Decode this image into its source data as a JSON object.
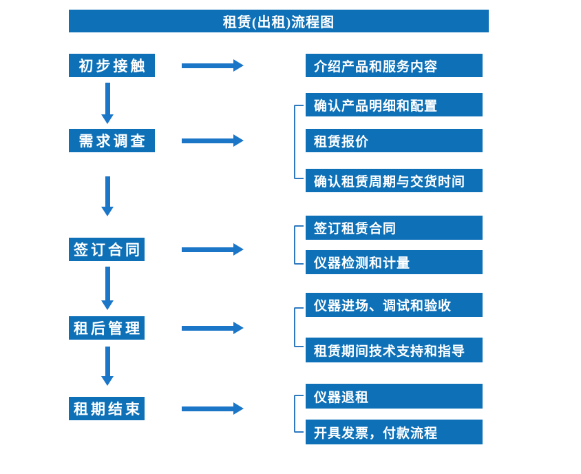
{
  "title": "租赁(出租)流程图",
  "colors": {
    "box_fill": "#0e71b8",
    "arrow": "#1b76c8",
    "bracket": "#2e79c0",
    "text": "#ffffff",
    "background": "#ffffff"
  },
  "flow": {
    "steps": [
      {
        "label": "初步接触",
        "details": [
          "介绍产品和服务内容"
        ]
      },
      {
        "label": "需求调查",
        "details": [
          "确认产品明细和配置",
          "租赁报价",
          "确认租赁周期与交货时间"
        ]
      },
      {
        "label": "签订合同",
        "details": [
          "签订租赁合同",
          "仪器检测和计量"
        ]
      },
      {
        "label": "租后管理",
        "details": [
          "仪器进场、调试和验收",
          "租赁期间技术支持和指导"
        ]
      },
      {
        "label": "租期结束",
        "details": [
          "仪器退租",
          "开具发票，付款流程"
        ]
      }
    ]
  }
}
